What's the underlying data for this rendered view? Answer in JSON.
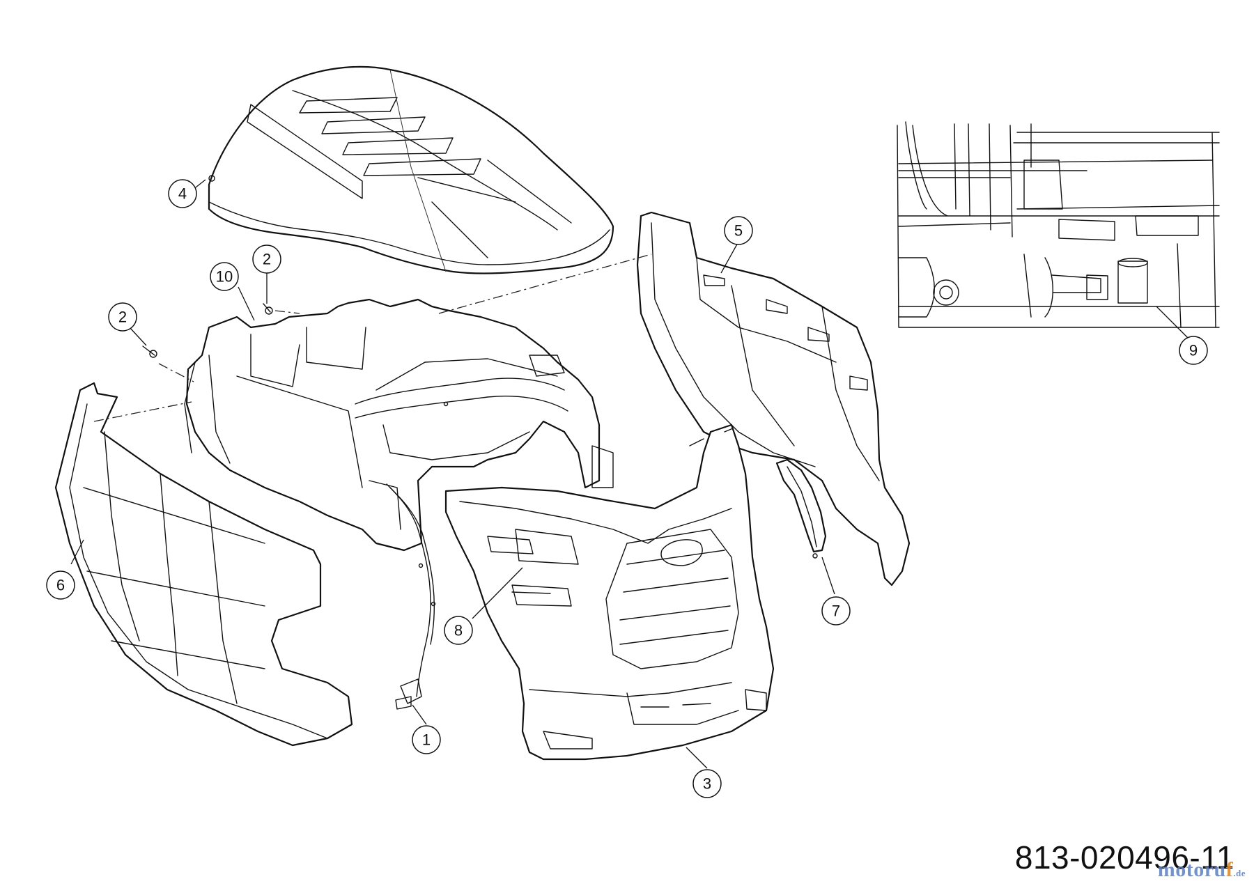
{
  "diagram": {
    "part_number": "813-020496-11",
    "watermark": {
      "main": "motoru",
      "accent": "f",
      "tld": ".de"
    },
    "callouts": [
      "1",
      "2",
      "2",
      "3",
      "4",
      "5",
      "6",
      "7",
      "8",
      "9",
      "10"
    ]
  }
}
